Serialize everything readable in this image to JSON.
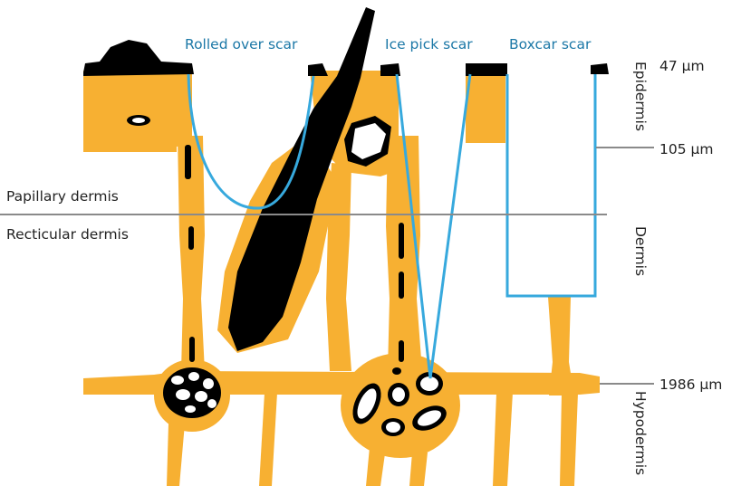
{
  "colors": {
    "tissue": "#F7B032",
    "ink": "#000000",
    "scar_outline": "#37A9DD",
    "scar_label": "#1C78A7",
    "rule": "#8A8A8A",
    "text": "#222222",
    "background": "#FFFFFF"
  },
  "scar_labels": {
    "rolled_over": "Rolled over scar",
    "ice_pick": "Ice pick scar",
    "boxcar": "Boxcar scar"
  },
  "layer_labels": {
    "papillary_dermis": "Papillary dermis",
    "recticular_dermis": "Recticular dermis"
  },
  "depth_labels": {
    "epidermis": "47 µm",
    "dermis_boundary": "105 µm",
    "hypodermis_boundary": "1986 µm"
  },
  "skin_layers": {
    "epidermis": "Epidermis",
    "dermis": "Dermis",
    "hypodermis": "Hypodermis"
  },
  "icons": {
    "hair": "hair-shaft-icon",
    "gland": "sebaceous-gland-icon",
    "fat": "fat-lobule-icon"
  }
}
